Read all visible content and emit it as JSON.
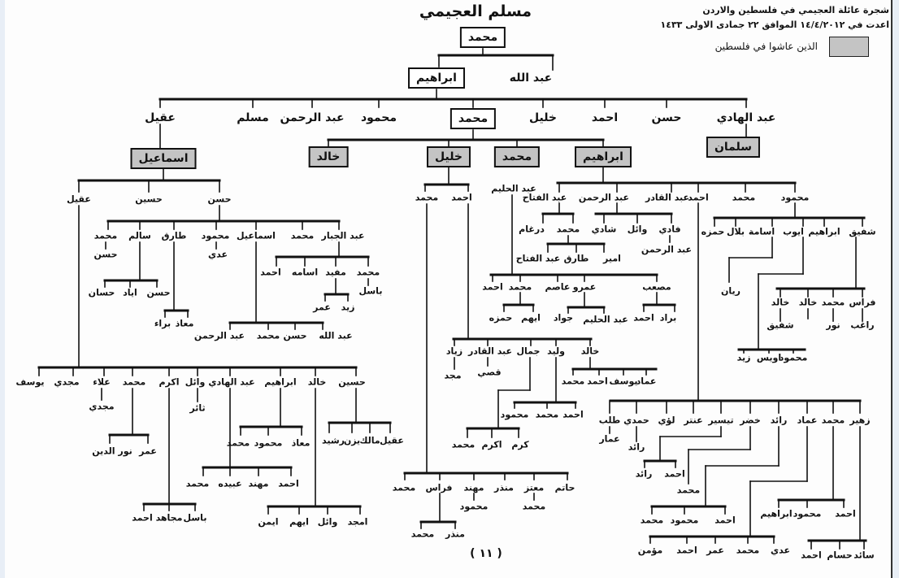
{
  "header": {
    "title_line": "شجرة عائلة العجيمي في فلسطين والاردن",
    "date_line": "اعدت في ١٤/٤/٢٠١٢ الموافق ٢٢ جمادى الاولى ١٤٣٣",
    "legend_label": "الذين عاشوا في فلسطين",
    "legend_color": "#c4c4c4"
  },
  "page_number": "( ١١ )",
  "nodes": [
    "مسلم العجيمي",
    "محمد",
    "ابراهيم",
    "عبد الله",
    "عقيل",
    "مسلم",
    "عبد الرحمن",
    "محمود",
    "محمد",
    "خليل",
    "احمد",
    "حسن",
    "عبد الهادي",
    "سلمان",
    "اسماعيل",
    "خالد",
    "خليل",
    "محمد",
    "ابراهيم",
    "عقيل",
    "حسين",
    "حسن",
    "محمد",
    "سالم",
    "طارق",
    "محمود",
    "اسماعيل",
    "محمد",
    "عبد الجبار",
    "حسن",
    "عدي",
    "حسان",
    "اياد",
    "حسن",
    "براء",
    "معاذ",
    "عبد الرحمن",
    "محمد",
    "حسن",
    "عبد الله",
    "احمد",
    "اسامه",
    "مفيد",
    "محمد",
    "عمر",
    "زيد",
    "باسل",
    "يوسف",
    "مجدي",
    "علاء",
    "محمد",
    "اكرم",
    "وائل",
    "عبد الهادي",
    "ابراهيم",
    "خالد",
    "حسين",
    "مجدي",
    "ثائر",
    "نور الدين",
    "عمر",
    "احمد",
    "مجاهد",
    "باسل",
    "محمد",
    "عبيده",
    "مهند",
    "احمد",
    "محمد",
    "محمود",
    "معاذ",
    "ايمن",
    "ايهم",
    "وائل",
    "امجد",
    "رشيد",
    "يزن",
    "مالك",
    "عقيل",
    "محمد",
    "احمد",
    "زياد",
    "عبد القادر",
    "جمال",
    "وليد",
    "خالد",
    "مجد",
    "قصي",
    "محمد",
    "اكرم",
    "كرم",
    "محمود",
    "محمد",
    "احمد",
    "محمد",
    "احمد",
    "يوسف",
    "عماد",
    "محمد",
    "فراس",
    "مهند",
    "منذر",
    "معتز",
    "حاتم",
    "محمود",
    "محمد",
    "محمد",
    "منذر",
    "عبد الحليم",
    "احمد",
    "محمد",
    "عاصم",
    "عمرو",
    "مصعب",
    "حمزه",
    "ايهم",
    "جواد",
    "عبد الحليم",
    "احمد",
    "براد",
    "عبد الفتاح",
    "عبد الرحمن",
    "عبد القادر",
    "احمد",
    "محمد",
    "محمود",
    "درغام",
    "محمد",
    "عبد الفتاح",
    "طارق",
    "امير",
    "شادي",
    "وائل",
    "فادي",
    "عبد الرحمن",
    "حمزه",
    "بلال",
    "اسامة",
    "ايوب",
    "ابراهيم",
    "شفيق",
    "ريان",
    "زيد",
    "اويس",
    "محمود",
    "خالد",
    "خالد",
    "محمد",
    "فراس",
    "شفيق",
    "نور",
    "راغب",
    "طلب",
    "حمدي",
    "لؤي",
    "عنتر",
    "تيسير",
    "خضر",
    "رائد",
    "عماد",
    "محمد",
    "زهير",
    "عمار",
    "رائد",
    "رائد",
    "احمد",
    "محمد",
    "محمد",
    "محمود",
    "احمد",
    "مؤمن",
    "احمد",
    "عمر",
    "محمد",
    "عدي",
    "ابراهيم",
    "محمود",
    "احمد",
    "احمد",
    "حسام",
    "سائد"
  ]
}
